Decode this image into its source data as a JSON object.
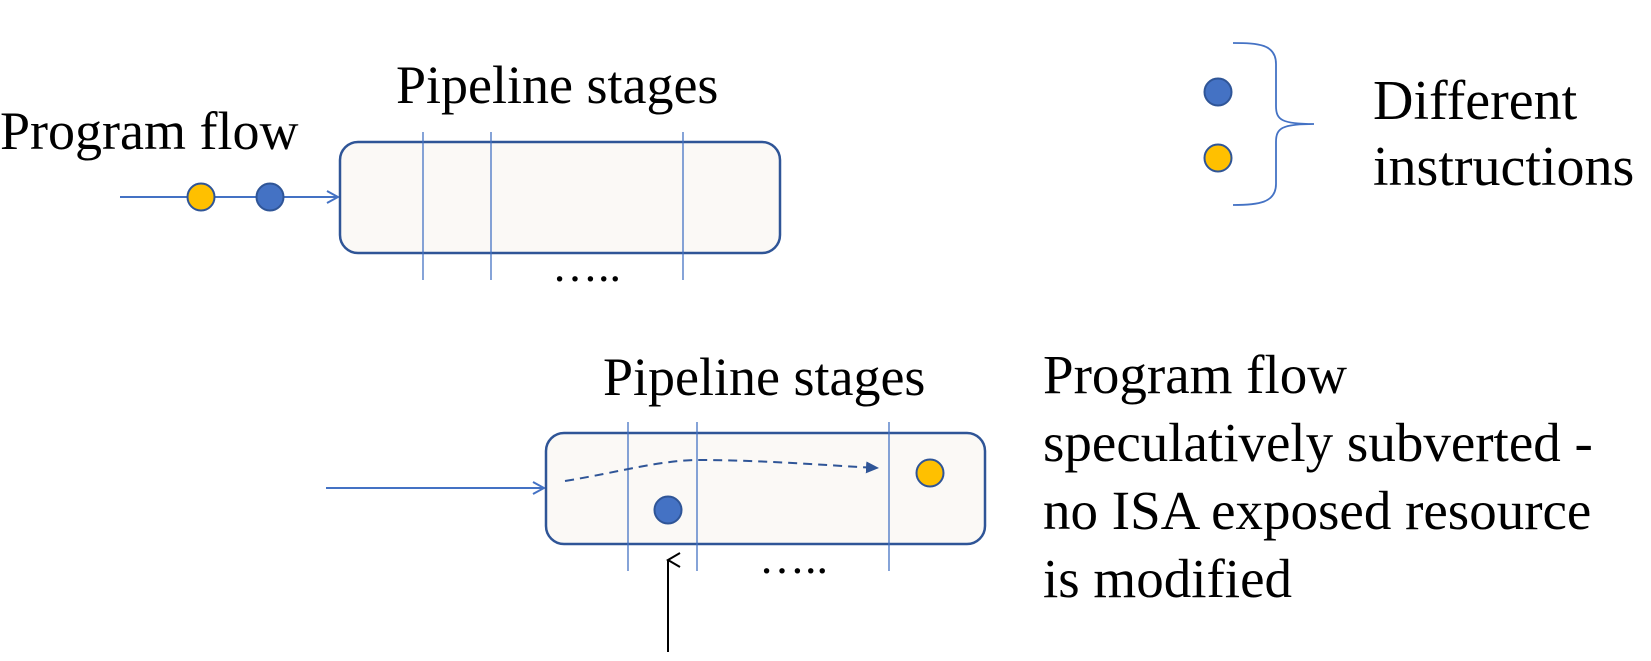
{
  "top_diagram": {
    "program_flow_label": "Program flow",
    "pipeline_stages_label": "Pipeline stages",
    "ellipsis": "….."
  },
  "legend": {
    "label_lines": [
      "Different",
      "instructions"
    ]
  },
  "bottom_diagram": {
    "pipeline_stages_label": "Pipeline stages",
    "ellipsis": "….."
  },
  "speculation_note": {
    "lines": [
      "Program flow",
      "speculatively subverted -",
      "no ISA exposed resource",
      "is modified"
    ]
  },
  "colors": {
    "blue_instruction": "#4472C4",
    "yellow_instruction": "#FFC000",
    "pipeline_border": "#2F5597",
    "pipeline_fill": "#FBF9F6",
    "line_blue": "#4472C4"
  }
}
